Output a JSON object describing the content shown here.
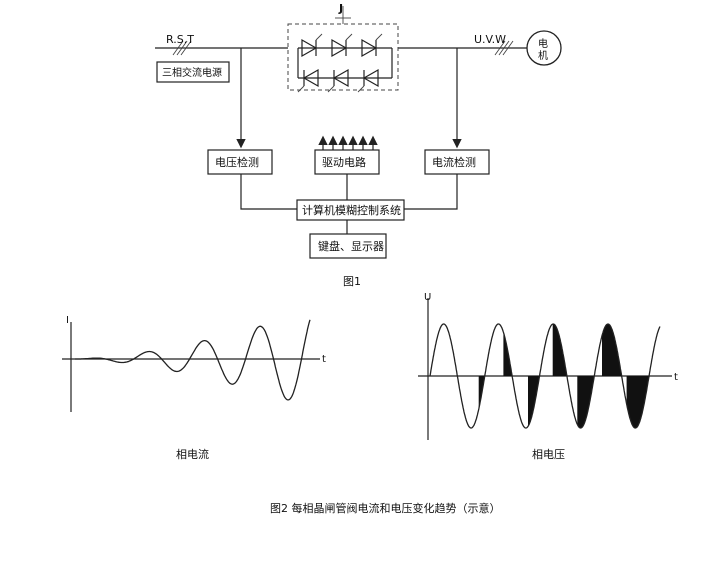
{
  "figure1": {
    "input_label": "R.S.T",
    "output_label": "U.V.W",
    "switch_label": "J",
    "motor_label_1": "电",
    "motor_label_2": "机",
    "source_box": "三相交流电源",
    "voltage_detect": "电压检测",
    "drive_circuit": "驱动电路",
    "current_detect": "电流检测",
    "controller": "计算机模糊控制系统",
    "keyboard_display": "键盘、显示器",
    "caption": "图1"
  },
  "figure2": {
    "current_axis_y": "I",
    "current_axis_t": "t",
    "current_caption": "相电流",
    "voltage_axis_y": "U",
    "voltage_axis_t": "t",
    "voltage_caption": "相电压",
    "caption": "图2 每相晶闸管阀电流和电压变化趋势（示意）"
  }
}
